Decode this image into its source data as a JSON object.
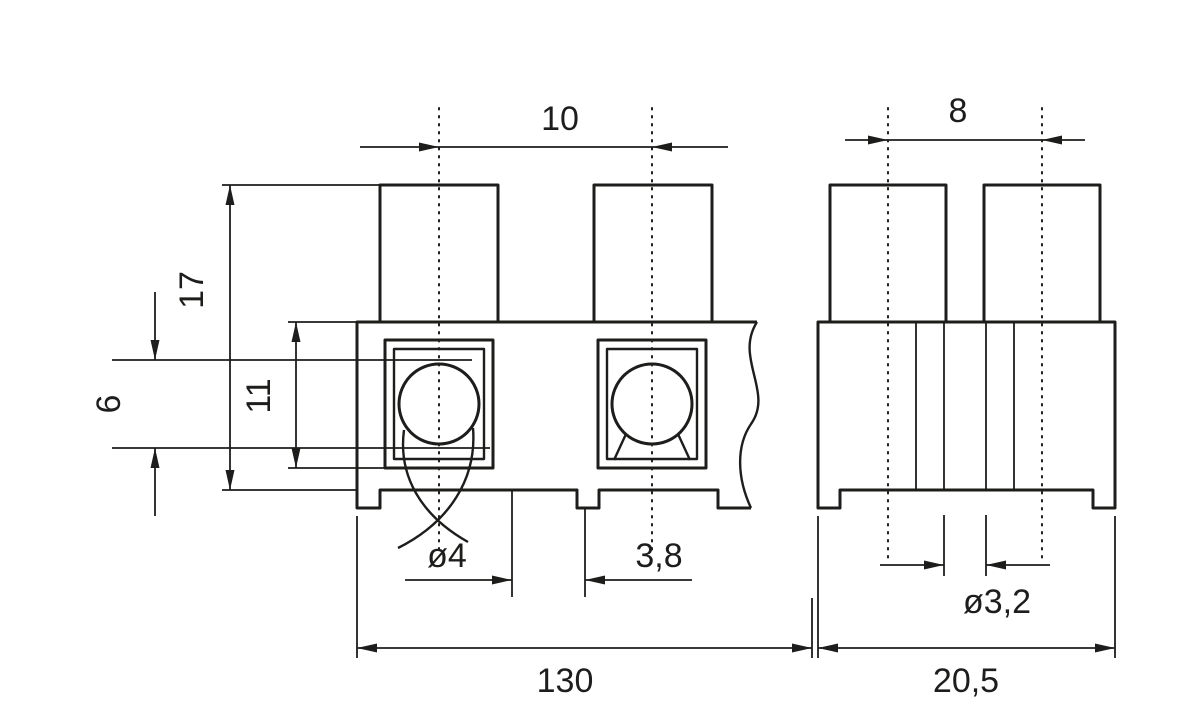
{
  "drawing": {
    "colors": {
      "line": "#1d1d1b",
      "background": "#ffffff"
    },
    "dimensions": {
      "pitch_front": "10",
      "pitch_end": "8",
      "overall_height": "17",
      "body_height": "11",
      "opening_height": "6",
      "wire_hole_dia": "ø4",
      "partition_gap": "3,8",
      "strip_length": "130",
      "screw_hole_dia": "ø3,2",
      "end_width": "20,5"
    }
  }
}
